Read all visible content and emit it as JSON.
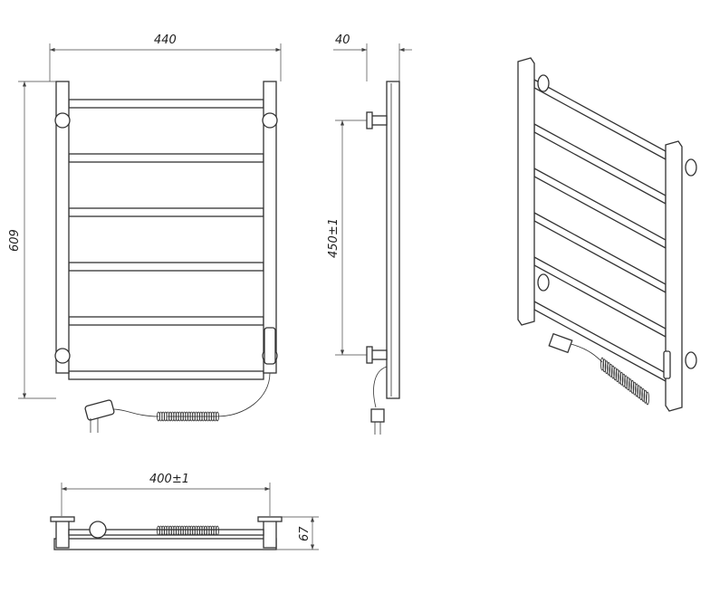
{
  "dimensions": {
    "front_width": "440",
    "front_height": "609",
    "side_depth": "40",
    "mount_spacing": "450±1",
    "bottom_width": "400±1",
    "bottom_depth": "67"
  },
  "views": [
    "front-view",
    "side-view",
    "bottom-view",
    "perspective-view"
  ],
  "rung_count": 6
}
